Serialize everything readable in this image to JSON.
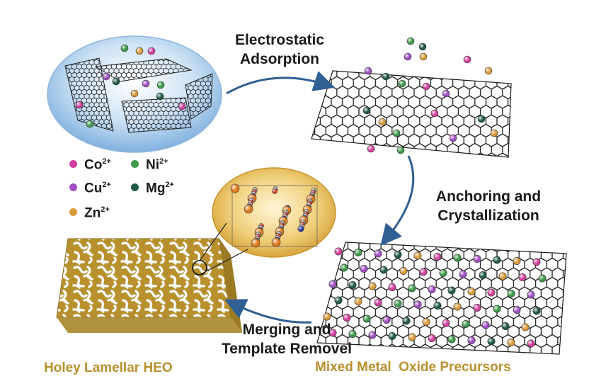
{
  "steps": {
    "electrostatic": [
      "Electrostatic",
      "Adsorption"
    ],
    "anchoring": [
      "Anchoring and",
      "Crystallization"
    ],
    "merging": [
      "Merging and",
      "Template Removel"
    ]
  },
  "captions": {
    "heo": "Holey Lamellar HEO",
    "precursors": "Mixed Metal  Oxide Precursors"
  },
  "legend": [
    {
      "symbol": "Co",
      "charge": "2+",
      "color": "#d23f9e"
    },
    {
      "symbol": "Ni",
      "charge": "2+",
      "color": "#3f9a4a"
    },
    {
      "symbol": "Cu",
      "charge": "2+",
      "color": "#a04fc2"
    },
    {
      "symbol": "Mg",
      "charge": "2+",
      "color": "#1f5c44"
    },
    {
      "symbol": "Zn",
      "charge": "2+",
      "color": "#d89a3a"
    }
  ],
  "colors": {
    "arrow": "#2f5f93",
    "heo_gold": "#b8912e",
    "ellipse_blue": "#9fc6e8",
    "ellipse_gold": "#e8b84c"
  }
}
